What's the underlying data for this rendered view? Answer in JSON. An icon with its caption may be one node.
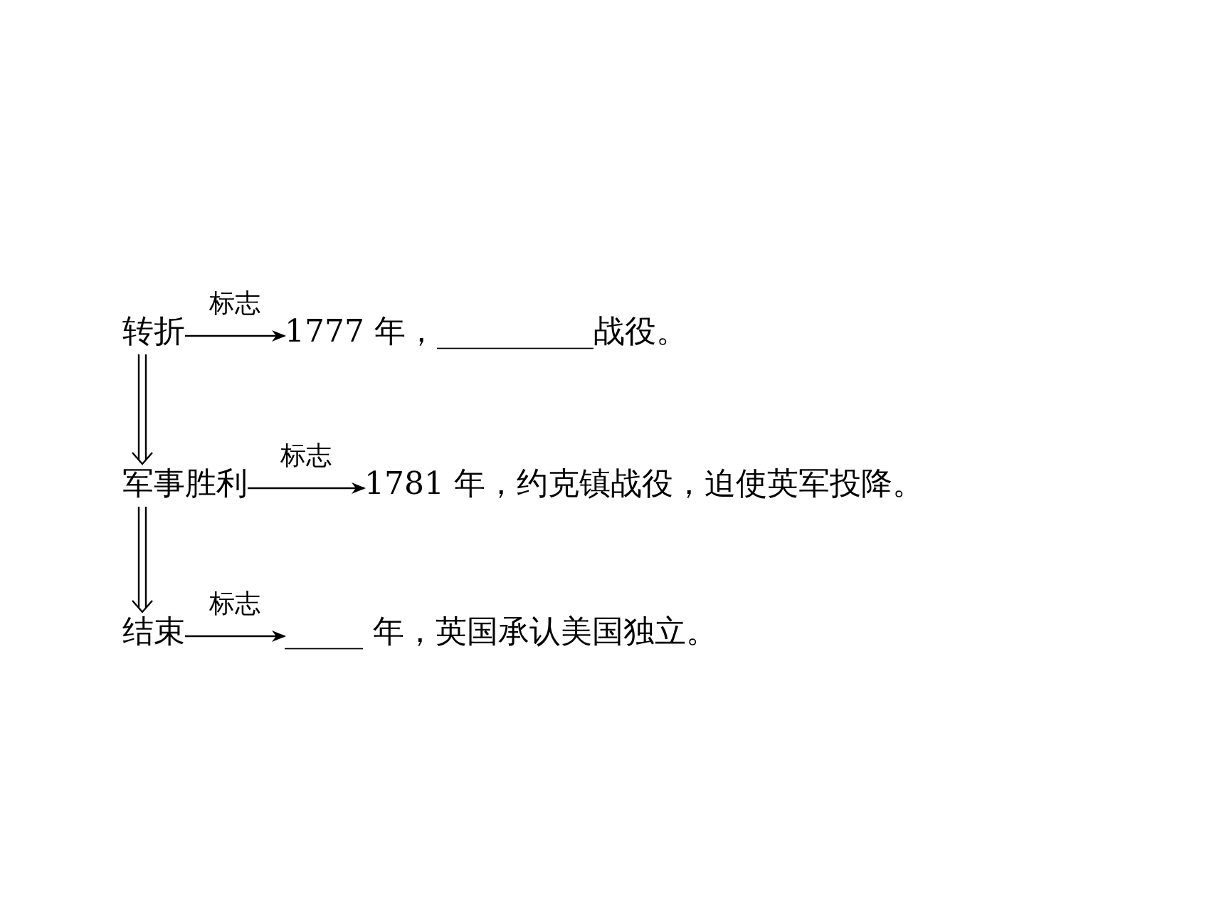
{
  "diagram": {
    "nodes": [
      {
        "text": [
          "转折"
        ]
      },
      {
        "text": [
          "1777 年，__________战役。"
        ]
      },
      {
        "text": [
          "军事胜利"
        ]
      },
      {
        "text": [
          "1781 年，约克镇战役，迫使英军投降。"
        ]
      },
      {
        "text": [
          "结束"
        ]
      },
      {
        "text": [
          "_____ 年，英国承认美国独立。"
        ]
      }
    ],
    "edges": [
      {
        "from": 0,
        "to": 1,
        "arrow": "to",
        "label": "标志"
      },
      {
        "from": 0,
        "to": 2,
        "arrow": "to"
      },
      {
        "from": 2,
        "to": 3,
        "arrow": "to",
        "label": "标志"
      },
      {
        "from": 2,
        "to": 4,
        "arrow": "to"
      },
      {
        "from": 4,
        "to": 5,
        "arrow": "to",
        "label": "标志"
      }
    ]
  }
}
